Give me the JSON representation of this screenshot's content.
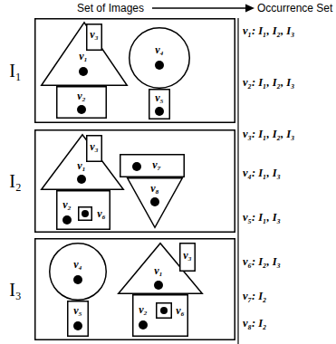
{
  "diagram": {
    "nodes": [
      {
        "text": [
          "I₁"
        ]
      },
      {
        "text": [
          "v₁"
        ],
        "in": 0
      },
      {
        "text": [
          "v₃"
        ],
        "in": 0
      },
      {
        "text": [
          "v₂"
        ],
        "in": 0
      },
      {
        "text": [
          "v₄"
        ],
        "in": 0
      },
      {
        "text": [
          "v₅"
        ],
        "in": 0
      },
      {
        "text": [
          "I₂"
        ]
      },
      {
        "text": [
          "v₁"
        ],
        "in": 6
      },
      {
        "text": [
          "v₃"
        ],
        "in": 6
      },
      {
        "text": [
          "v₂"
        ],
        "in": 6
      },
      {
        "text": [
          "v₆"
        ],
        "in": 9
      },
      {
        "text": [
          "v₇"
        ],
        "in": 6
      },
      {
        "text": [
          "v₈"
        ],
        "in": 6
      },
      {
        "text": [
          "I₃"
        ]
      },
      {
        "text": [
          "v₄"
        ],
        "in": 13
      },
      {
        "text": [
          "v₅"
        ],
        "in": 13
      },
      {
        "text": [
          "v₁"
        ],
        "in": 13
      },
      {
        "text": [
          "v₃"
        ],
        "in": 13
      },
      {
        "text": [
          "v₂"
        ],
        "in": 13
      },
      {
        "text": [
          "v₆"
        ],
        "in": 18
      }
    ],
    "labels": [
      "Set of Images",
      "Occurrence Set",
      "v₁: I₁, I₂, I₃",
      "v₂: I₁, I₂, I₃",
      "v₃: I₁, I₂, I₃",
      "v₄: I₁, I₃",
      "v₅: I₁, I₃",
      "v₆: I₂, I₃",
      "v₇: I₂",
      "v₈: I₂"
    ]
  }
}
